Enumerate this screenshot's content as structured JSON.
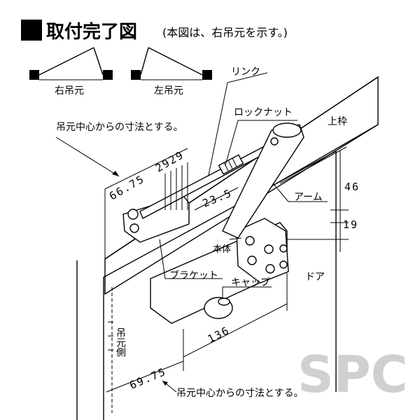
{
  "title": "取付完了図",
  "title_note": "(本図は、右吊元を示す。)",
  "hinge_right_label": "右吊元",
  "hinge_left_label": "左吊元",
  "labels": {
    "link": "リンク",
    "lock_nut": "ロックナット",
    "upper_frame": "上枠",
    "arm": "アーム",
    "body": "本体",
    "bracket": "ブラケット",
    "cap": "キャップ",
    "door": "ドア",
    "hinge_side": "吊元側"
  },
  "notes": {
    "top_dimension_note": "吊元中心からの寸法とする。",
    "bottom_dimension_note": "吊元中心からの寸法とする。"
  },
  "dimensions": {
    "d_66_75": "66.75",
    "d_29_29": "2929",
    "d_23_5": "23.5",
    "d_46": "46",
    "d_19": "19",
    "d_136": "136",
    "d_69_75": "69.75"
  },
  "watermark": "SPC"
}
